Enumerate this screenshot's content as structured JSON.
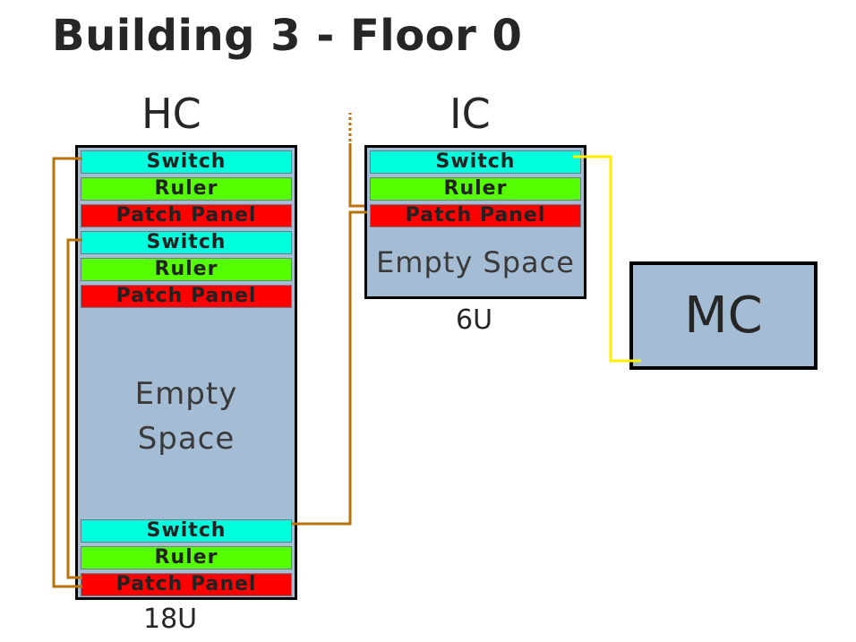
{
  "title": "Building 3 - Floor 0",
  "hc": {
    "label": "HC",
    "units": "18U",
    "slots": [
      "Switch",
      "Ruler",
      "Patch Panel",
      "Switch",
      "Ruler",
      "Patch Panel"
    ],
    "empty": [
      "Empty",
      "Space"
    ],
    "bottom_slots": [
      "Switch",
      "Ruler",
      "Patch Panel"
    ]
  },
  "ic": {
    "label": "IC",
    "units": "6U",
    "slots": [
      "Switch",
      "Ruler",
      "Patch Panel"
    ],
    "empty": "Empty Space"
  },
  "mc": {
    "label": "MC"
  },
  "colors": {
    "switch": "#00ffdd",
    "ruler": "#55ff00",
    "patch_panel": "#ff0000",
    "empty": "#a4bdd5",
    "copper_cable": "#b8730a",
    "fiber_cable": "#ffee00"
  }
}
